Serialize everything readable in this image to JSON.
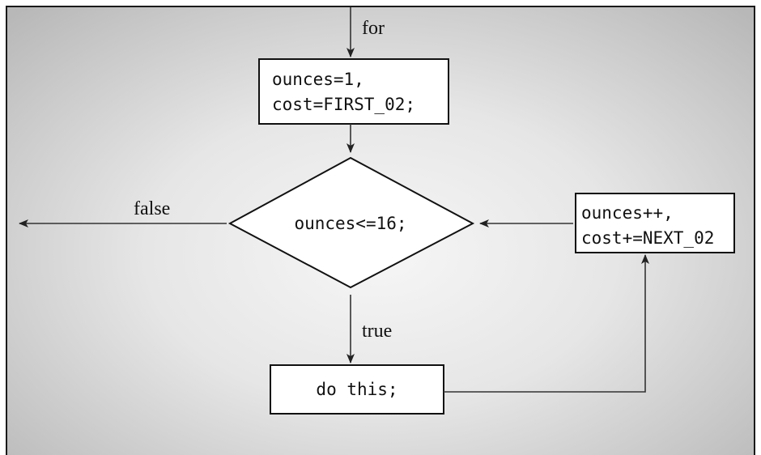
{
  "labels": {
    "for": "for",
    "false": "false",
    "true": "true"
  },
  "nodes": {
    "init": {
      "line1": "ounces=1,",
      "line2": "cost=FIRST_02;"
    },
    "condition": "ounces<=16;",
    "update": {
      "line1": "ounces++,",
      "line2": "cost+=NEXT_02"
    },
    "body": "do this;"
  }
}
